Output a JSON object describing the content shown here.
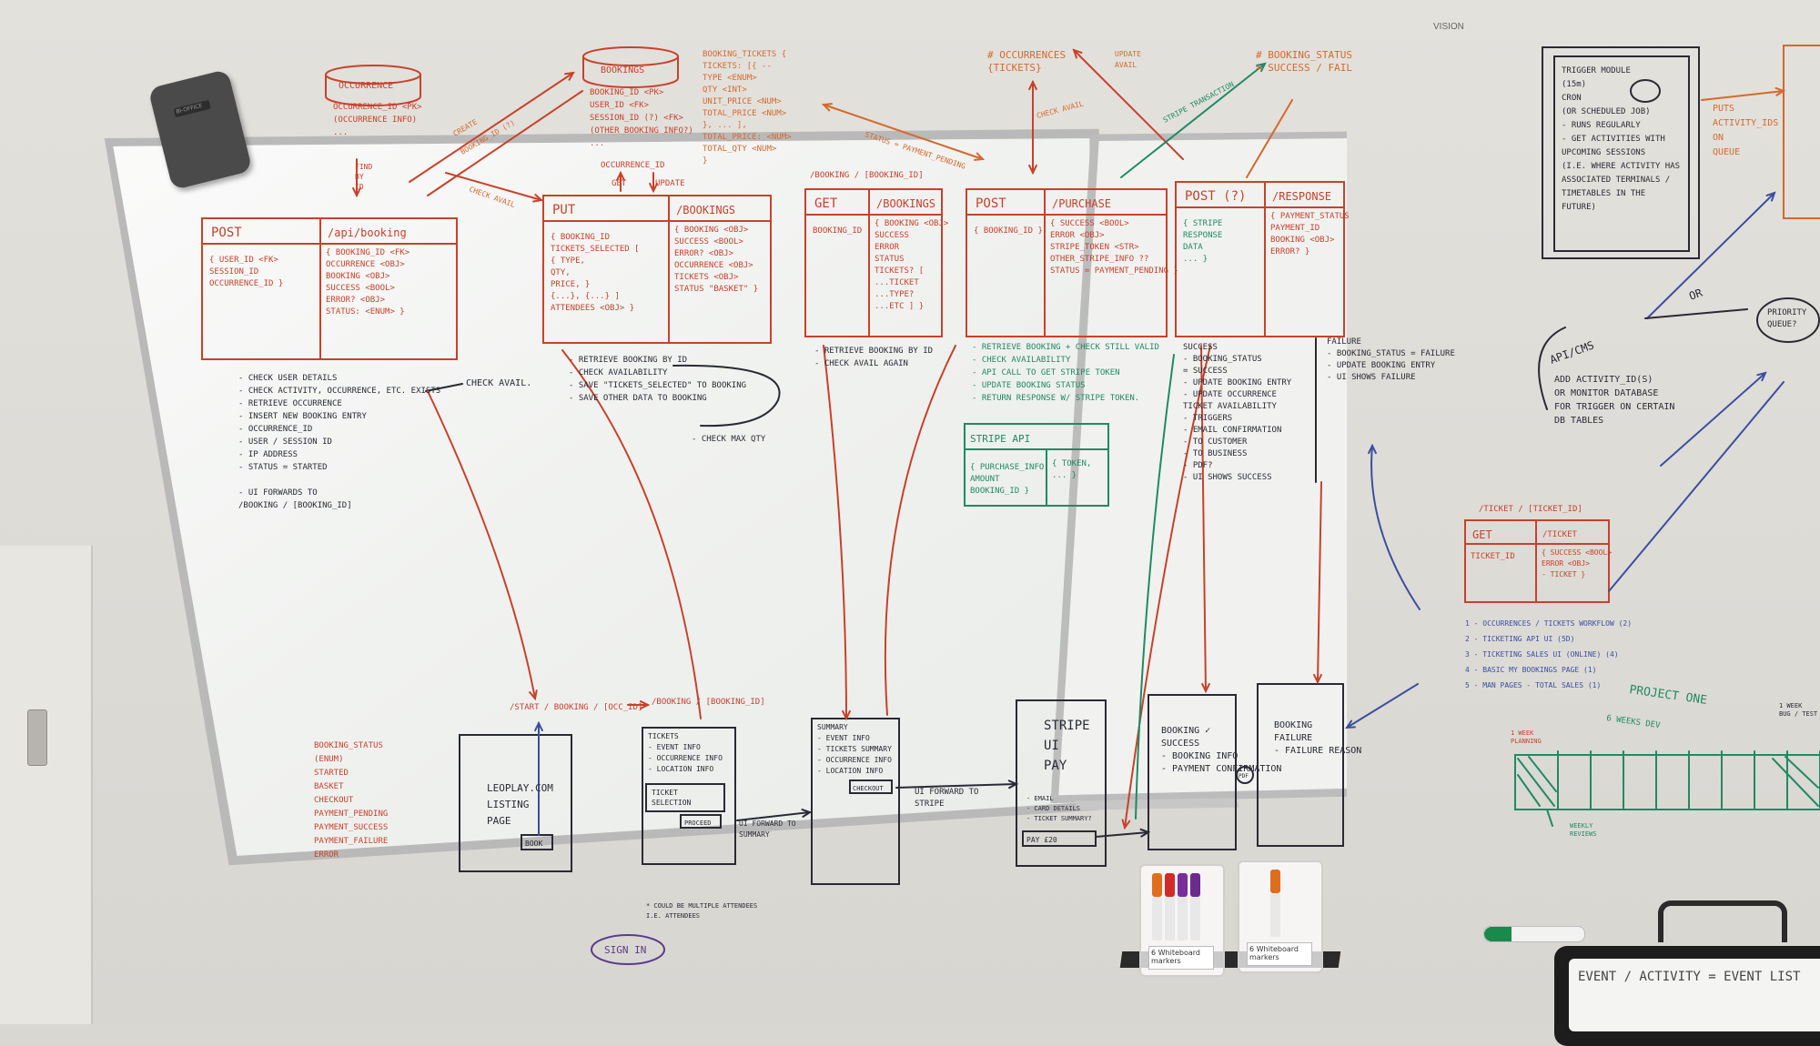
{
  "brand": "VISION",
  "eraser_brand": "BI-OFFICE",
  "clipboard_text": "EVENT / ACTIVITY = EVENT LIST",
  "marker_packs": [
    {
      "label": "Whiteboard markers",
      "count": "6"
    },
    {
      "label": "Whiteboard markers",
      "count": "6"
    }
  ],
  "top": {
    "occurrence_db": "OCCURRENCE",
    "occurrence_fields": [
      "OCCURRENCE_ID <PK>",
      "(OCCURRENCE INFO)",
      "..."
    ],
    "find_by_id": "FIND BY ID",
    "create": "CREATE",
    "booking_id_arrow": "BOOKING_ID (?)",
    "check_avail_small": "CHECK AVAIL",
    "bookings_db": "BOOKINGS",
    "bookings_fields": [
      "BOOKING_ID <PK>",
      "USER_ID <FK>",
      "SESSION_ID (?) <FK>",
      "(OTHER BOOKING INFO?)",
      "..."
    ],
    "occurrence_id_mid": "OCCURRENCE_ID",
    "get": "GET",
    "update": "UPDATE",
    "bookings_tickets": [
      "BOOKING_TICKETS {",
      "TICKETS: [{ --",
      "TYPE <ENUM>",
      "QTY <INT>",
      "UNIT_PRICE <NUM>",
      "TOTAL_PRICE <NUM>",
      "}, ... ],",
      "TOTAL_PRICE: <NUM>",
      "TOTAL_QTY <NUM>",
      "}"
    ],
    "status_payment_pending": "STATUS = PAYMENT_PENDING",
    "occurrences_tickets": [
      "# OCCURRENCES",
      "{TICKETS}"
    ],
    "check_avail": "CHECK AVAIL",
    "update_avail": [
      "UPDATE",
      "AVAIL"
    ],
    "stripe_transaction": "STRIPE TRANSACTION",
    "booking_status_title": [
      "# BOOKING_STATUS",
      "= SUCCESS / FAIL"
    ]
  },
  "endpoints": [
    {
      "method": "POST",
      "path": "/api/booking",
      "request": [
        "{ USER_ID <FK>",
        "SESSION_ID",
        "OCCURRENCE_ID }"
      ],
      "response": [
        "{ BOOKING_ID <FK>",
        "OCCURRENCE <OBJ>",
        "BOOKING <OBJ>",
        "SUCCESS <BOOL>",
        "ERROR? <OBJ>",
        "STATUS: <ENUM> }"
      ]
    },
    {
      "method": "PUT",
      "path": "/BOOKINGS",
      "request": [
        "{ BOOKING_ID",
        "TICKETS_SELECTED [",
        "{ TYPE,",
        "QTY,",
        "PRICE, }",
        "{...}, {...} ]",
        "ATTENDEES <OBJ> }"
      ],
      "response": [
        "{ BOOKING <OBJ>",
        "SUCCESS <BOOL>",
        "ERROR? <OBJ>",
        "OCCURRENCE <OBJ>",
        "TICKETS <OBJ>",
        "STATUS \"BASKET\" }"
      ]
    },
    {
      "method": "GET",
      "path": "/BOOKINGS",
      "request": [
        "BOOKING_ID"
      ],
      "response": [
        "{ BOOKING <OBJ>",
        "SUCCESS",
        "ERROR",
        "STATUS",
        "TICKETS? [",
        "...TICKET",
        "...TYPE?",
        "...ETC ] }"
      ]
    },
    {
      "method": "POST",
      "path": "/PURCHASE",
      "request": [
        "{ BOOKING_ID }"
      ],
      "response": [
        "{ SUCCESS <BOOL>",
        "ERROR <OBJ>",
        "STRIPE_TOKEN <STR>",
        "OTHER_STRIPE_INFO ??",
        "STATUS = PAYMENT_PENDING }"
      ]
    },
    {
      "method": "POST (?)",
      "path": "/RESPONSE",
      "request": [
        "{ STRIPE",
        "RESPONSE",
        "DATA",
        "... }"
      ],
      "response": [
        "{ PAYMENT_STATUS",
        "PAYMENT_ID",
        "BOOKING <OBJ>",
        "ERROR? }"
      ]
    }
  ],
  "get_booking_label": "/BOOKING / [BOOKING_ID]",
  "notes": {
    "post_booking": [
      "- CHECK USER DETAILS",
      "- CHECK ACTIVITY, OCCURRENCE, ETC. EXISTS",
      "- RETRIEVE OCCURRENCE",
      "- INSERT NEW BOOKING ENTRY",
      "  - OCCURRENCE_ID",
      "  - USER / SESSION ID",
      "  - IP ADDRESS",
      "  - STATUS = STARTED",
      "",
      "- UI FORWARDS TO",
      "  /BOOKING / [BOOKING_ID]"
    ],
    "check_avail_callout": "CHECK AVAIL.",
    "put_bookings": [
      "- RETRIEVE BOOKING BY ID",
      "- CHECK AVAILABILITY",
      "- SAVE \"TICKETS_SELECTED\" TO BOOKING",
      "- SAVE OTHER DATA TO BOOKING"
    ],
    "check_max_qty": "- CHECK MAX QTY",
    "get_bookings": [
      "- RETRIEVE BOOKING BY ID",
      "- CHECK AVAIL AGAIN"
    ],
    "post_purchase": [
      "- RETRIEVE BOOKING + CHECK STILL VALID",
      "- CHECK AVAILABILITY",
      "- API CALL TO GET STRIPE TOKEN",
      "- UPDATE BOOKING STATUS",
      "- RETURN RESPONSE W/ STRIPE TOKEN."
    ],
    "success": [
      "SUCCESS",
      "- BOOKING_STATUS",
      "  = SUCCESS",
      "- UPDATE BOOKING ENTRY",
      "- UPDATE OCCURRENCE",
      "  TICKET AVAILABILITY",
      "- TRIGGERS",
      "  - EMAIL CONFIRMATION",
      "    - TO CUSTOMER",
      "    - TO BUSINESS",
      "- PDF?",
      "- UI SHOWS SUCCESS"
    ],
    "failure": [
      "FAILURE",
      "- BOOKING_STATUS = FAILURE",
      "- UPDATE BOOKING ENTRY",
      "- UI SHOWS FAILURE"
    ]
  },
  "stripe_api": {
    "title": "STRIPE API",
    "request": [
      "{ PURCHASE_INFO",
      "AMOUNT",
      "BOOKING_ID }"
    ],
    "response": [
      "{ TOKEN,",
      "... }"
    ]
  },
  "screens": {
    "flow_url": "/START / BOOKING / [OCC_ID]",
    "flow_url2": "/BOOKING / [BOOKING_ID]",
    "listing": [
      "LEOPLAY.COM",
      "LISTING",
      "PAGE"
    ],
    "listing_btn": "BOOK",
    "tickets": [
      "TICKETS",
      "- EVENT INFO",
      "- OCCURRENCE INFO",
      "- LOCATION INFO"
    ],
    "ticket_select": [
      "TICKET",
      "SELECTION"
    ],
    "proceed_btn": "PROCEED",
    "ui_forward_summary": [
      "UI FORWARD TO",
      "SUMMARY"
    ],
    "summary": [
      "SUMMARY",
      "- EVENT INFO",
      "- TICKETS SUMMARY",
      "- OCCURRENCE INFO",
      "- LOCATION INFO"
    ],
    "checkout_btn": "CHECKOUT",
    "ui_forward_stripe": [
      "UI FORWARD TO",
      "STRIPE"
    ],
    "stripe_pay": [
      "STRIPE",
      "UI",
      "PAY"
    ],
    "stripe_details": [
      "- EMAIL",
      "- CARD DETAILS",
      "- TICKET SUMMARY?"
    ],
    "pay_btn": "PAY £20",
    "booking_success": [
      "BOOKING ✓",
      "SUCCESS",
      "- BOOKING INFO",
      "- PAYMENT CONFIRMATION"
    ],
    "pdf_bubble": "PDF",
    "booking_failure": [
      "BOOKING",
      "FAILURE",
      "- FAILURE REASON"
    ],
    "multiple_attendees": [
      "* COULD BE MULTIPLE ATTENDEES",
      "I.E. ATTENDEES"
    ],
    "sign_in": "SIGN IN"
  },
  "booking_status_enum": [
    "BOOKING_STATUS",
    "(ENUM)",
    "STARTED",
    "BASKET",
    "CHECKOUT",
    "PAYMENT_PENDING",
    "PAYMENT_SUCCESS",
    "PAYMENT_FAILURE",
    "ERROR"
  ],
  "right_board": {
    "trigger_module": [
      "TRIGGER MODULE",
      "(15m)",
      "CRON",
      "(OR SCHEDULED JOB)",
      "- RUNS REGULARLY",
      "- GET ACTIVITIES WITH",
      "  UPCOMING SESSIONS",
      "  (I.E. WHERE ACTIVITY HAS",
      "  ASSOCIATED TERMINALS /",
      "  TIMETABLES IN THE",
      "  FUTURE)"
    ],
    "puts_activity": [
      "PUTS",
      "ACTIVITY_IDS",
      "ON",
      "QUEUE"
    ],
    "or": "OR",
    "priority_queue": [
      "PRIORITY",
      "QUEUE?"
    ],
    "api_cms": "API/CMS",
    "add_activity": [
      "ADD ACTIVITY_ID(S)",
      "OR MONITOR DATABASE",
      "FOR TRIGGER ON CERTAIN",
      "DB TABLES"
    ],
    "ticket_endpoint": {
      "label": "/TICKET / [TICKET_ID]",
      "method": "GET",
      "path": "/TICKET",
      "request": [
        "TICKET_ID"
      ],
      "response": [
        "{ SUCCESS <BOOL>",
        "ERROR <OBJ>",
        "- TICKET }"
      ]
    },
    "todo": [
      "1 - OCCURRENCES / TICKETS WORKFLOW (2)",
      "2 - TICKETING API UI (5D)",
      "3 - TICKETING SALES UI (ONLINE) (4)",
      "4 - BASIC MY BOOKINGS PAGE (1)",
      "5 - MAN PAGES - TOTAL SALES (1)"
    ],
    "project_one": "PROJECT ONE",
    "weeks": "6 WEEKS DEV",
    "week_planning": [
      "1 WEEK",
      "PLANNING"
    ],
    "weekly_reviews": [
      "WEEKLY",
      "REVIEWS"
    ],
    "week_tail": [
      "1 WEEK",
      "BUG / TEST"
    ]
  }
}
